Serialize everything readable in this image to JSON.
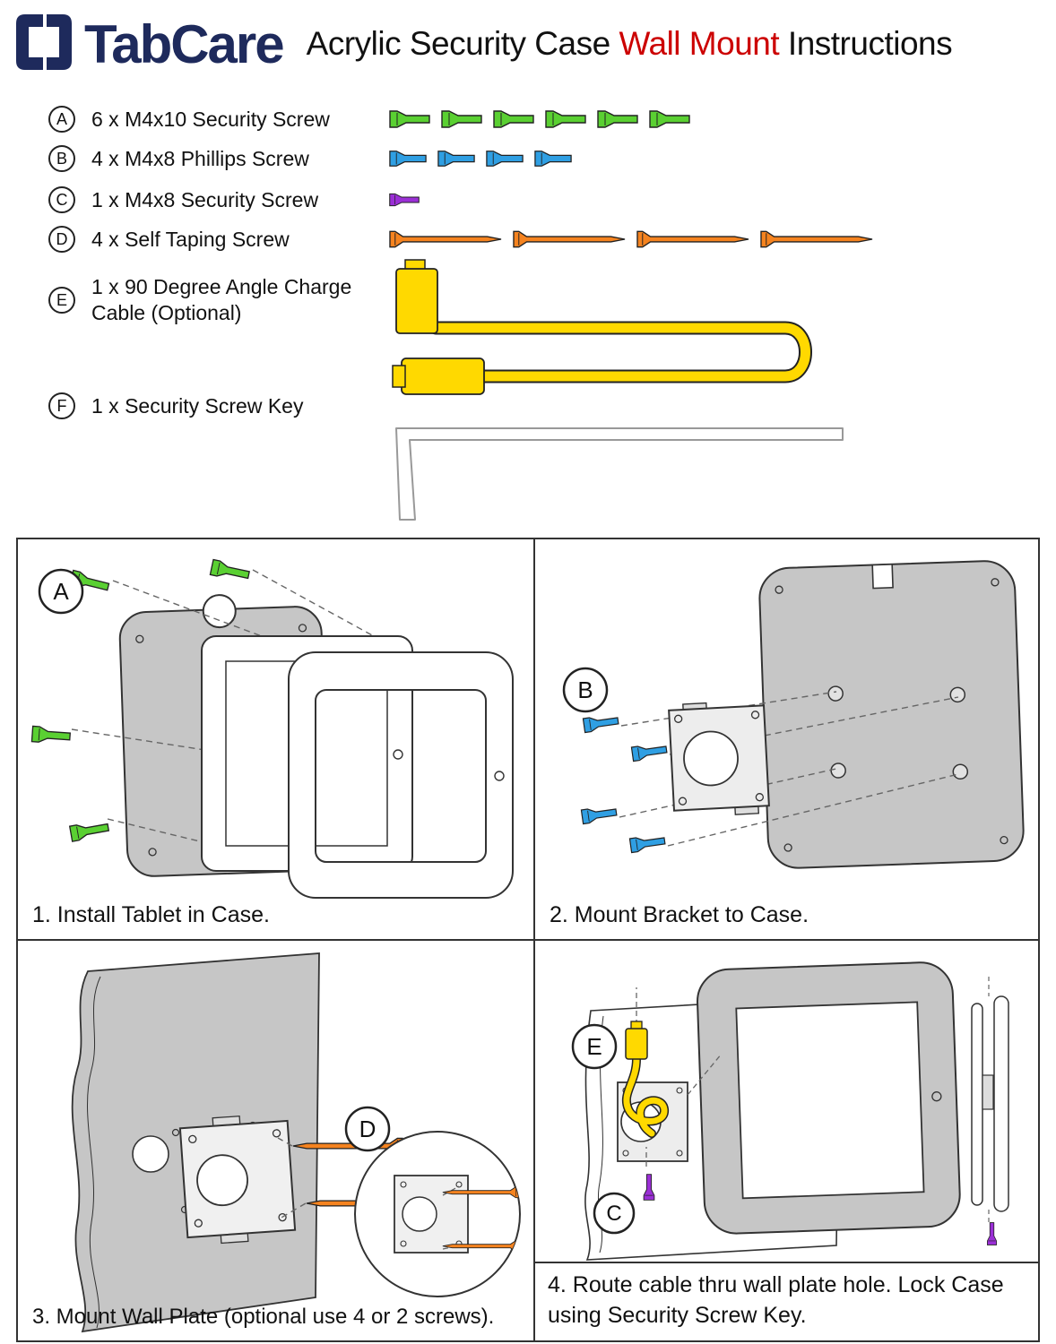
{
  "header": {
    "brand": "TabCare",
    "title_prefix": "Acrylic Security Case ",
    "title_highlight": "Wall Mount",
    "title_suffix": " Instructions"
  },
  "colors": {
    "brand_navy": "#1e2a5c",
    "highlight_red": "#cc0000",
    "screw_green": "#5ad032",
    "screw_blue": "#2f9fe3",
    "screw_purple": "#9b2fd6",
    "screw_orange": "#f5831f",
    "cable_yellow": "#ffd900",
    "case_gray": "#c6c6c6",
    "line_dark": "#333333"
  },
  "parts": [
    {
      "id": "A",
      "label": "6 x M4x10 Security Screw",
      "icon": "green-security-screw-icon",
      "count": 6
    },
    {
      "id": "B",
      "label": "4 x M4x8 Phillips Screw",
      "icon": "blue-phillips-screw-icon",
      "count": 4
    },
    {
      "id": "C",
      "label": "1 x M4x8 Security Screw",
      "icon": "purple-security-screw-icon",
      "count": 1
    },
    {
      "id": "D",
      "label": "4 x Self Taping Screw",
      "icon": "orange-self-tapping-screw-icon",
      "count": 4
    },
    {
      "id": "E",
      "label": "1 x 90 Degree Angle Charge Cable (Optional)",
      "icon": "yellow-charge-cable-icon",
      "count": 1
    },
    {
      "id": "F",
      "label": "1 x Security Screw Key",
      "icon": "security-screw-key-icon",
      "count": 1
    }
  ],
  "steps": [
    {
      "badge": "A",
      "caption": "1. Install Tablet in Case."
    },
    {
      "badge": "B",
      "caption": "2. Mount Bracket to Case."
    },
    {
      "badge": "D",
      "caption": "3. Mount Wall Plate (optional use 4 or 2 screws)."
    },
    {
      "badge": "E",
      "badge2": "C",
      "caption": "4. Route cable thru wall plate hole. Lock Case using Security Screw Key."
    }
  ]
}
